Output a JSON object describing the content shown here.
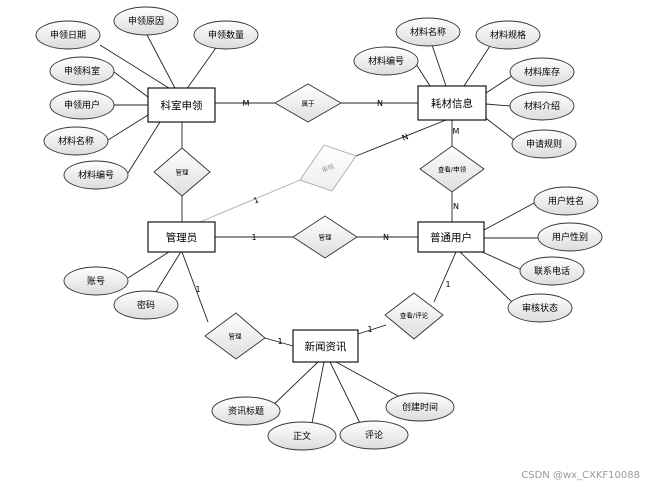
{
  "entities": [
    {
      "id": "keshi",
      "label": "科室申领"
    },
    {
      "id": "haocai",
      "label": "耗材信息"
    },
    {
      "id": "admin",
      "label": "管理员"
    },
    {
      "id": "user",
      "label": "普通用户"
    },
    {
      "id": "news",
      "label": "新闻资讯"
    }
  ],
  "relationships": [
    {
      "id": "r_belong",
      "label": "属于",
      "faded": false
    },
    {
      "id": "r_manage1",
      "label": "管理",
      "faded": false
    },
    {
      "id": "r_audit",
      "label": "审核",
      "faded": true
    },
    {
      "id": "r_review",
      "label": "查看/申领",
      "faded": false
    },
    {
      "id": "r_manage2",
      "label": "管理",
      "faded": false
    },
    {
      "id": "r_manage3",
      "label": "管理",
      "faded": false
    },
    {
      "id": "r_comment",
      "label": "查看/评论",
      "faded": false
    }
  ],
  "attributes": [
    {
      "id": "a_date",
      "label": "申领日期",
      "entity": "keshi"
    },
    {
      "id": "a_reason",
      "label": "申领原因",
      "entity": "keshi"
    },
    {
      "id": "a_qty",
      "label": "申领数量",
      "entity": "keshi"
    },
    {
      "id": "a_dept",
      "label": "申领科室",
      "entity": "keshi"
    },
    {
      "id": "a_applicant",
      "label": "申领用户",
      "entity": "keshi"
    },
    {
      "id": "a_kname",
      "label": "材料名称",
      "entity": "keshi"
    },
    {
      "id": "a_kcode",
      "label": "材料编号",
      "entity": "keshi"
    },
    {
      "id": "a_hname",
      "label": "材料名称",
      "entity": "haocai"
    },
    {
      "id": "a_spec",
      "label": "材料规格",
      "entity": "haocai"
    },
    {
      "id": "a_hcode",
      "label": "材料编号",
      "entity": "haocai"
    },
    {
      "id": "a_stock",
      "label": "材料库存",
      "entity": "haocai"
    },
    {
      "id": "a_intro",
      "label": "材料介绍",
      "entity": "haocai"
    },
    {
      "id": "a_rule",
      "label": "申请规则",
      "entity": "haocai"
    },
    {
      "id": "a_account",
      "label": "账号",
      "entity": "admin"
    },
    {
      "id": "a_pwd",
      "label": "密码",
      "entity": "admin"
    },
    {
      "id": "a_uname",
      "label": "用户姓名",
      "entity": "user"
    },
    {
      "id": "a_gender",
      "label": "用户性别",
      "entity": "user"
    },
    {
      "id": "a_phone",
      "label": "联系电话",
      "entity": "user"
    },
    {
      "id": "a_status",
      "label": "审核状态",
      "entity": "user"
    },
    {
      "id": "a_title",
      "label": "资讯标题",
      "entity": "news"
    },
    {
      "id": "a_body",
      "label": "正文",
      "entity": "news"
    },
    {
      "id": "a_comment",
      "label": "评论",
      "entity": "news"
    },
    {
      "id": "a_created",
      "label": "创建时间",
      "entity": "news"
    }
  ],
  "cardinalities": [
    {
      "id": "c1",
      "label": "M"
    },
    {
      "id": "c2",
      "label": "N"
    },
    {
      "id": "c3",
      "label": "1"
    },
    {
      "id": "c4",
      "label": "N"
    },
    {
      "id": "c5",
      "label": "M"
    },
    {
      "id": "c6",
      "label": "N"
    },
    {
      "id": "c7",
      "label": "1"
    },
    {
      "id": "c8",
      "label": "N"
    },
    {
      "id": "c9",
      "label": "1"
    },
    {
      "id": "c10",
      "label": "1"
    },
    {
      "id": "c11",
      "label": "1"
    },
    {
      "id": "c12",
      "label": "1"
    }
  ],
  "watermark": "CSDN @wx_CXKF10088"
}
